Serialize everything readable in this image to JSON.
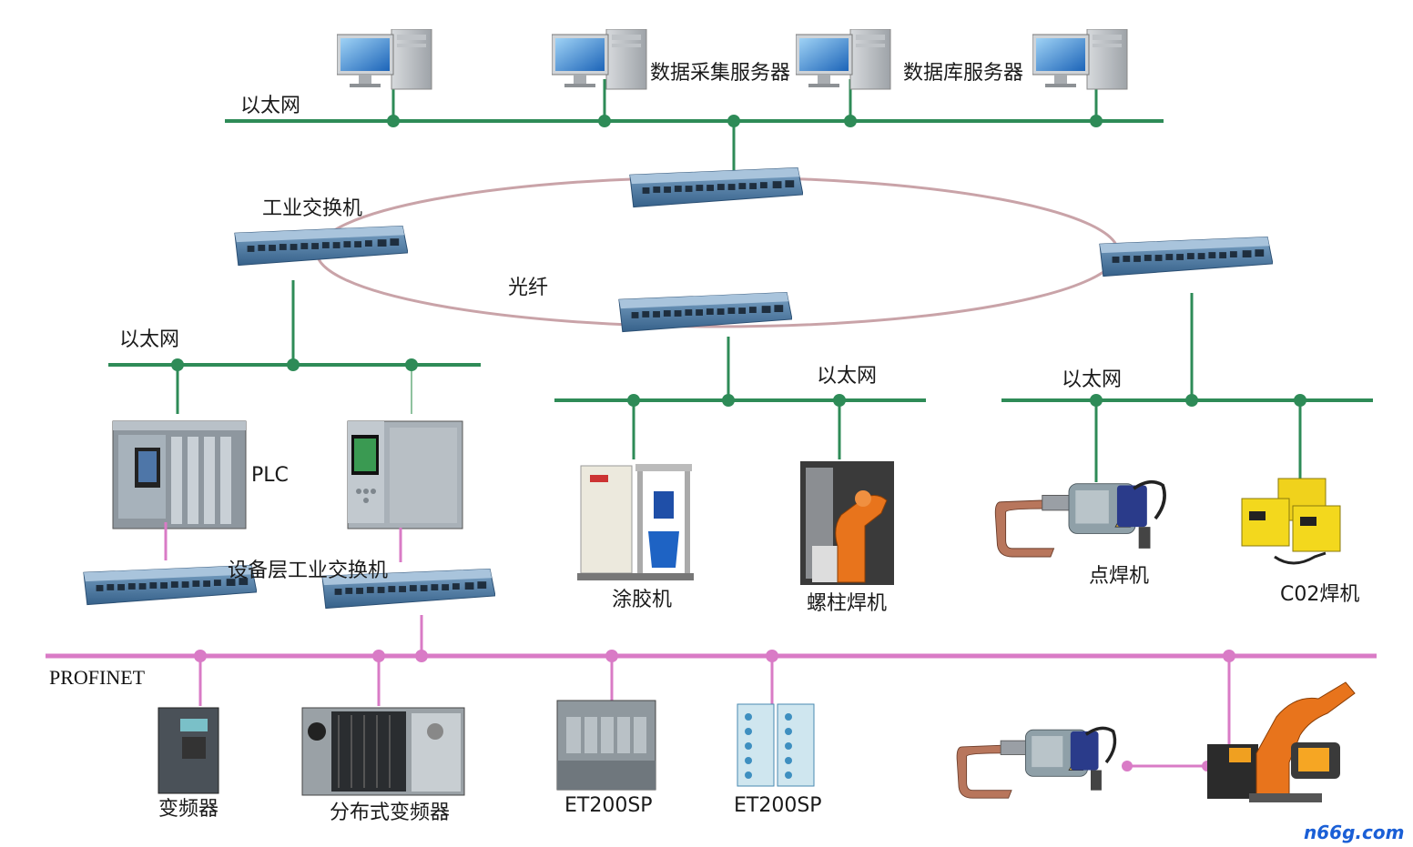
{
  "labels": {
    "ethernet_top": "以太网",
    "data_acq_server": "数据采集服务器",
    "db_server": "数据库服务器",
    "industrial_switch": "工业交换机",
    "fiber": "光纤",
    "ethernet_left": "以太网",
    "ethernet_mid": "以太网",
    "ethernet_right": "以太网",
    "plc": "PLC",
    "device_switch": "设备层工业交换机",
    "glue": "涂胶机",
    "stud_welder": "螺柱焊机",
    "spot_welder": "点焊机",
    "co2_welder": "C02焊机",
    "profinet": "PROFINET",
    "vfd": "变频器",
    "dist_vfd": "分布式变频器",
    "et200sp_1": "ET200SP",
    "et200sp_2": "ET200SP",
    "watermark": "n66g.com"
  },
  "colors": {
    "ethernet": "#2e8b57",
    "profinet": "#d97bc6",
    "fiber": "#c9a3a8",
    "switch_body": "#3f6f9c",
    "robot": "#e8741c"
  }
}
